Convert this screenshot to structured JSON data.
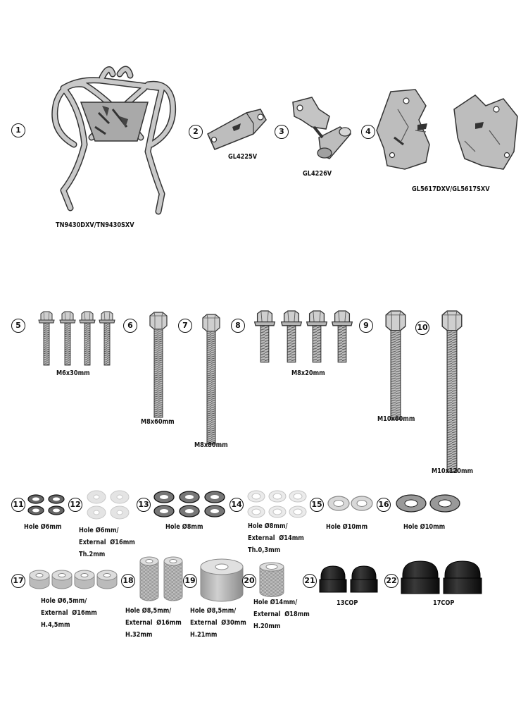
{
  "parts": [
    {
      "number": "1",
      "label": "TN9430DXV/TN9430SXV"
    },
    {
      "number": "2",
      "label": "GL4225V"
    },
    {
      "number": "3",
      "label": "GL4226V"
    },
    {
      "number": "4",
      "label": "GL5617DXV/GL5617SXV"
    },
    {
      "number": "5",
      "label": "M6x30mm"
    },
    {
      "number": "6",
      "label": "M8x60mm"
    },
    {
      "number": "7",
      "label": "M8x80mm"
    },
    {
      "number": "8",
      "label": "M8x20mm"
    },
    {
      "number": "9",
      "label": "M10x60mm"
    },
    {
      "number": "10",
      "label": "M10x120mm"
    },
    {
      "number": "11",
      "label": "Hole Ø6mm"
    },
    {
      "number": "12",
      "label": "Hole Ø6mm/\nExternal  Ø16mm\nTh.2mm"
    },
    {
      "number": "13",
      "label": "Hole Ø8mm"
    },
    {
      "number": "14",
      "label": "Hole Ø8mm/\nExternal  Ø14mm\nTh.0,3mm"
    },
    {
      "number": "15",
      "label": "Hole Ø10mm"
    },
    {
      "number": "16",
      "label": "Hole Ø10mm"
    },
    {
      "number": "17",
      "label": "Hole Ø6,5mm/\nExternal  Ø16mm\nH.4,5mm"
    },
    {
      "number": "18",
      "label": "Hole Ø8,5mm/\nExternal  Ø16mm\nH.32mm"
    },
    {
      "number": "19",
      "label": "Hole Ø8,5mm/\nExternal  Ø30mm\nH.21mm"
    },
    {
      "number": "20",
      "label": "Hole Ø14mm/\nExternal  Ø18mm\nH.20mm"
    },
    {
      "number": "21",
      "label": "13COP"
    },
    {
      "number": "22",
      "label": "17COP"
    }
  ]
}
